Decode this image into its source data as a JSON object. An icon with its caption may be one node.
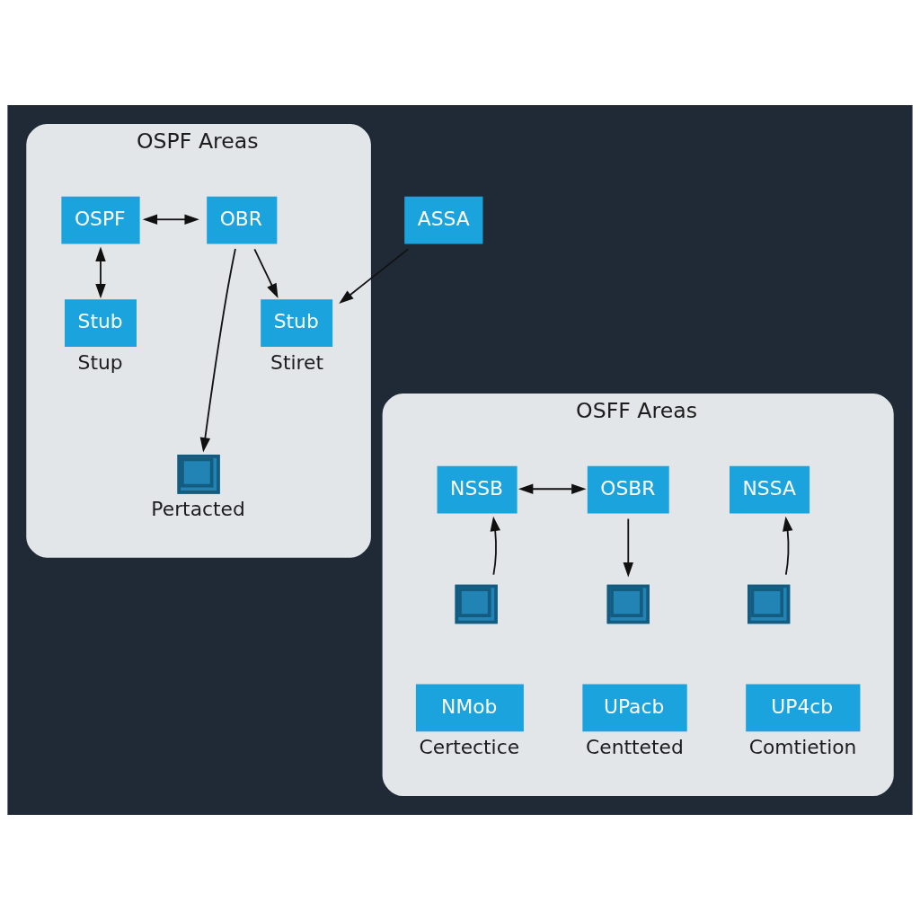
{
  "diagram": {
    "nodes": [
      {
        "text": [
          "OSPF Areas"
        ]
      },
      {
        "text": [
          "OSPF"
        ],
        "in": 0
      },
      {
        "text": [
          "OBR"
        ],
        "in": 0
      },
      {
        "text": [
          "Stub"
        ],
        "in": 0,
        "beside": [
          "Stup"
        ]
      },
      {
        "text": [
          "Stub"
        ],
        "in": 0,
        "beside": [
          "Stiret"
        ]
      },
      {
        "text": [
          "ASSA"
        ]
      },
      {
        "text": [],
        "shape": "picture",
        "in": 0,
        "beside": [
          "Pertacted"
        ]
      },
      {
        "text": [
          "OSFF Areas"
        ]
      },
      {
        "text": [
          "NSSB"
        ],
        "in": 7
      },
      {
        "text": [
          "OSBR"
        ],
        "in": 7
      },
      {
        "text": [
          "NSSA"
        ],
        "in": 7
      },
      {
        "text": [],
        "shape": "picture",
        "in": 7
      },
      {
        "text": [],
        "shape": "picture",
        "in": 7
      },
      {
        "text": [],
        "shape": "picture",
        "in": 7
      },
      {
        "text": [
          "NMob"
        ],
        "in": 7,
        "beside": [
          "Certectice"
        ]
      },
      {
        "text": [
          "UPacb"
        ],
        "in": 7,
        "beside": [
          "Centteted"
        ]
      },
      {
        "text": [
          "UP4cb"
        ],
        "in": 7,
        "beside": [
          "Comtietion"
        ]
      }
    ],
    "edges": [
      {
        "from": 1,
        "to": 2,
        "arrow": "both"
      },
      {
        "from": 1,
        "to": 3,
        "arrow": "both"
      },
      {
        "from": 2,
        "to": 4,
        "arrow": "to"
      },
      {
        "from": 2,
        "to": 6,
        "arrow": "to"
      },
      {
        "from": 5,
        "to": 4,
        "arrow": "to"
      },
      {
        "from": 8,
        "to": 9,
        "arrow": "both"
      },
      {
        "from": 11,
        "to": 8,
        "arrow": "to"
      },
      {
        "from": 9,
        "to": 12,
        "arrow": "to"
      },
      {
        "from": 13,
        "to": 10,
        "arrow": "to"
      }
    ]
  }
}
